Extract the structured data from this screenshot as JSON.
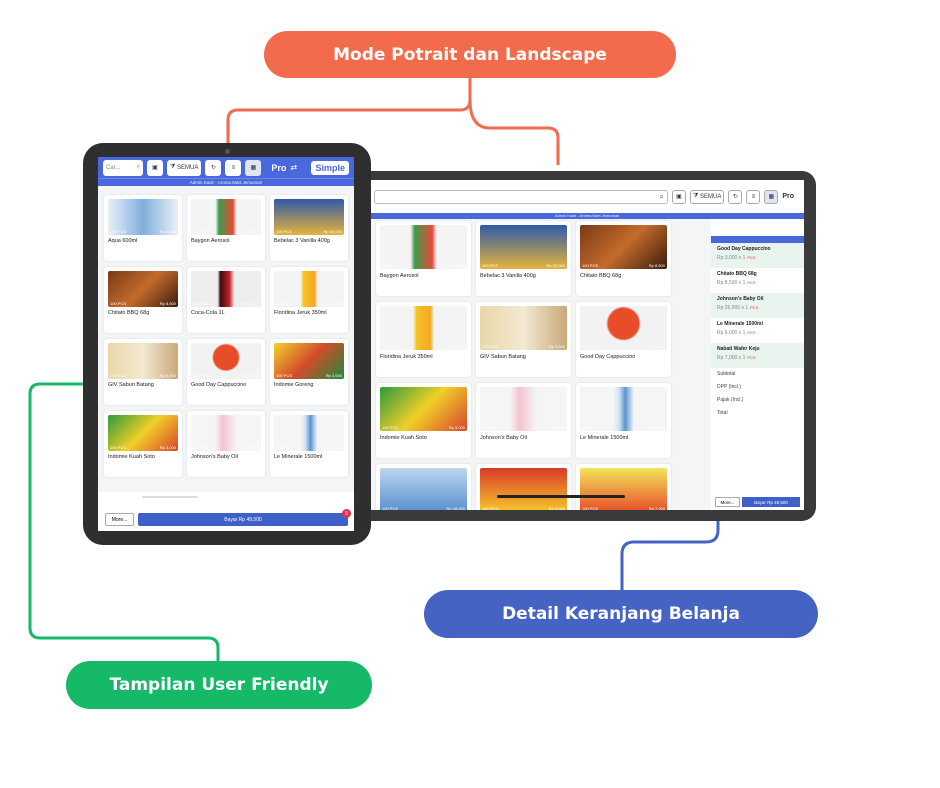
{
  "callouts": {
    "orientation": "Mode Potrait dan Landscape",
    "cart_detail": "Detail Keranjang Belanja",
    "user_friendly": "Tampilan User Friendly"
  },
  "colors": {
    "orange": "#f26b4c",
    "blue": "#4563c2",
    "green": "#15b968",
    "app_primary": "#4968de"
  },
  "app": {
    "search_placeholder": "Car...",
    "search_icon": "search-icon",
    "archive_icon": "archive-icon",
    "filter_label": "SEMUA",
    "refresh_icon": "refresh-icon",
    "list_icon": "list-icon",
    "grid_icon": "grid-icon",
    "pro_label": "Pro",
    "mode_toggle": "Simple",
    "status_bar": "Admin Kasir - Aroma Mart Jemursari"
  },
  "portrait_products": [
    {
      "name": "Aqua 600ml",
      "qty": "100 PCS",
      "price": "Rp 4,000"
    },
    {
      "name": "Baygon Aerosol",
      "qty": "100 PCS",
      "price": "Rp 23,000"
    },
    {
      "name": "Bebelac 3 Vanilla 400g",
      "qty": "100 PCS",
      "price": "Rp 92,000"
    },
    {
      "name": "Chitato BBQ 68g",
      "qty": "100 PCS",
      "price": "Rp 8,500"
    },
    {
      "name": "Coca-Cola 1L",
      "qty": "100 PCS",
      "price": "Rp 8,000"
    },
    {
      "name": "Floridina Jeruk 350ml",
      "qty": "100 PCS",
      "price": "Rp 4,500"
    },
    {
      "name": "GIV Sabun Batang",
      "qty": "100 PCS",
      "price": "Rp 3,500"
    },
    {
      "name": "Good Day Cappuccino",
      "qty": "100 PCS",
      "price": "Rp 3,000"
    },
    {
      "name": "Indomie Goreng",
      "qty": "100 PCS",
      "price": "Rp 3,000"
    },
    {
      "name": "Indomie Kuah Soto",
      "qty": "100 PCS",
      "price": "Rp 3,000"
    },
    {
      "name": "Johnson's Baby Oil",
      "qty": "100 PCS",
      "price": "Rp 25,000"
    },
    {
      "name": "Le Minerale 1500ml",
      "qty": "100 PCS",
      "price": "Rp 6,000"
    }
  ],
  "landscape_products": [
    {
      "name": "Baygon Aerosol",
      "qty": "100 PCS",
      "price": "Rp 23,000"
    },
    {
      "name": "Bebelac 3 Vanilla 400g",
      "qty": "100 PCS",
      "price": "Rp 92,000"
    },
    {
      "name": "Chitato BBQ 68g",
      "qty": "100 PCS",
      "price": "Rp 8,500"
    },
    {
      "name": "Floridina Jeruk 350ml",
      "qty": "100 PCS",
      "price": "Rp 4,500"
    },
    {
      "name": "GIV Sabun Batang",
      "qty": "100 PCS",
      "price": "Rp 3,500"
    },
    {
      "name": "Good Day Cappuccino",
      "qty": "100 PCS",
      "price": "Rp 3,000"
    },
    {
      "name": "Indomie Kuah Soto",
      "qty": "100 PCS",
      "price": "Rp 3,000"
    },
    {
      "name": "Johnson's Baby Oil",
      "qty": "100 PCS",
      "price": "Rp 25,000"
    },
    {
      "name": "Le Minerale 1500ml",
      "qty": "100 PCS",
      "price": "Rp 6,000"
    },
    {
      "name": "",
      "qty": "100 PCS",
      "price": "Rp 18,000"
    },
    {
      "name": "",
      "qty": "100 PCS",
      "price": "Rp 3,000"
    },
    {
      "name": "",
      "qty": "100 PCS",
      "price": "Rp 7,000"
    }
  ],
  "cart": {
    "items": [
      {
        "name": "Good Day Cappuccino",
        "detail": "Rp 3,000 x 1",
        "unit": "PCS"
      },
      {
        "name": "Chitato BBQ 68g",
        "detail": "Rp 8,500 x 1",
        "unit": "PCS"
      },
      {
        "name": "Johnson's Baby Oil",
        "detail": "Rp 25,000 x 1",
        "unit": "PCS"
      },
      {
        "name": "Le Minerale 1500ml",
        "detail": "Rp 6,000 x 1",
        "unit": "PCS"
      },
      {
        "name": "Nabati Wafer Keju",
        "detail": "Rp 7,000 x 1",
        "unit": "PCS"
      }
    ],
    "subtotal_label": "Subtotal",
    "dpp_label": "DPP (Incl.)",
    "tax_label": "Pajak (Incl.)",
    "total_label": "Total",
    "more_label": "More...",
    "pay_label": "Bayar Rp 49,500",
    "badge_count": "5"
  }
}
